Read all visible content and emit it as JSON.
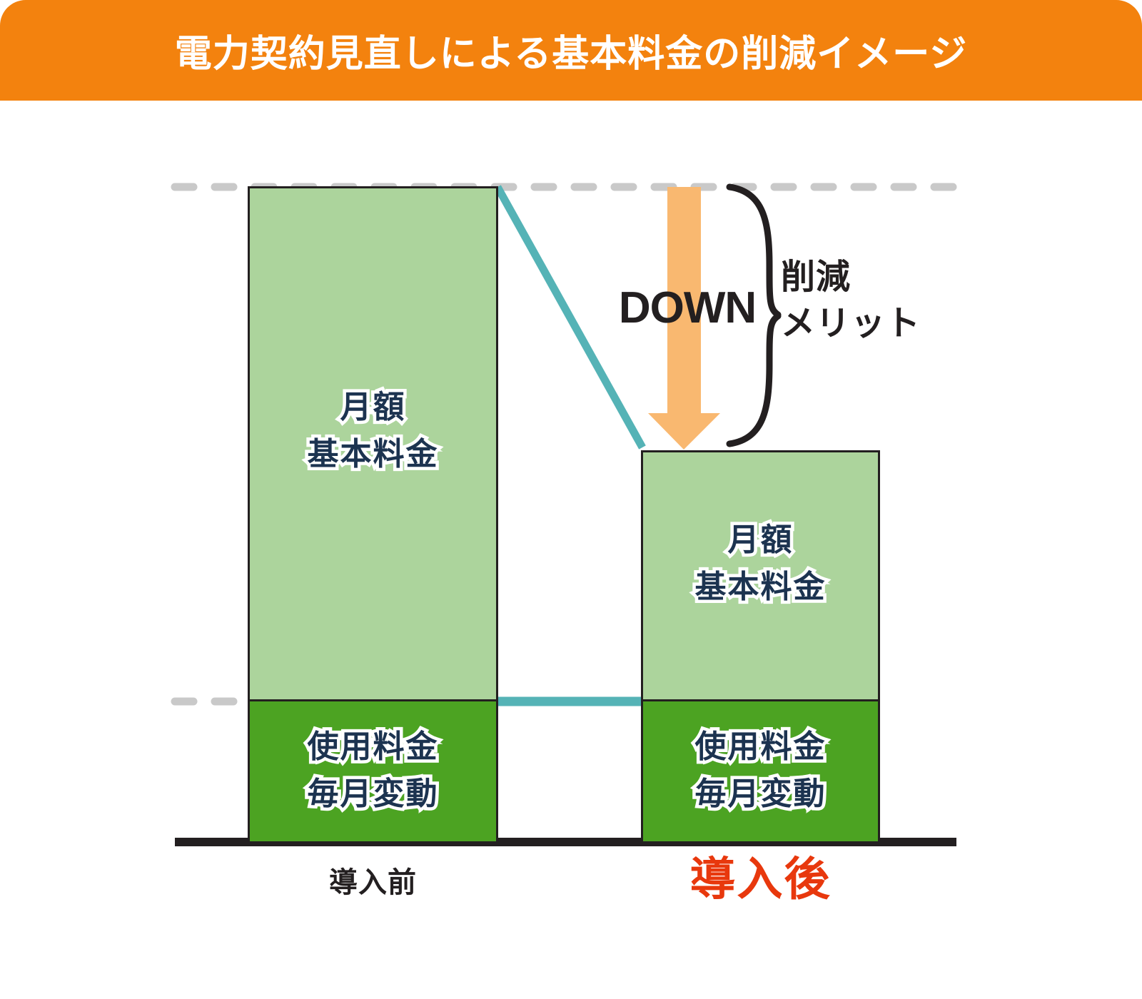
{
  "header": {
    "title": "電力契約見直しによる基本料金の削減イメージ",
    "background_color": "#F3820E",
    "text_color": "#FFFFFF"
  },
  "annotations": {
    "down_label": "DOWN",
    "merit_line1": "削減",
    "merit_line2": "メリット"
  },
  "bars": {
    "before": {
      "category_label": "導入前",
      "category_label_color": "#231F20",
      "base_label_line1": "月額",
      "base_label_line2": "基本料金",
      "usage_label_line1": "使用料金",
      "usage_label_line2": "毎月変動"
    },
    "after": {
      "category_label": "導入後",
      "category_label_color": "#E8380D",
      "base_label_line1": "月額",
      "base_label_line2": "基本料金",
      "usage_label_line1": "使用料金",
      "usage_label_line2": "毎月変動"
    }
  },
  "colors": {
    "base_fee_fill": "#ACD49C",
    "usage_fee_fill": "#4CA322",
    "outline": "#231F20",
    "guide_dashed": "#C9C9C9",
    "connector_teal": "#55B3B6",
    "arrow_orange": "#F9B870",
    "label_navy": "#1C3350",
    "accent_red": "#E8380D",
    "header_orange": "#F3820E"
  },
  "chart_data": {
    "type": "bar",
    "title": "電力契約見直しによる基本料金の削減イメージ",
    "xlabel": "",
    "ylabel": "",
    "stacked": true,
    "grid": false,
    "legend": "none",
    "categories": [
      "導入前",
      "導入後"
    ],
    "series": [
      {
        "name": "使用料金 毎月変動",
        "values": [
          20,
          20
        ],
        "color": "#4CA322"
      },
      {
        "name": "月額 基本料金",
        "values": [
          71,
          35
        ],
        "color": "#ACD49C"
      }
    ],
    "totals": [
      91,
      55
    ],
    "ylim": [
      0,
      100
    ],
    "annotations": [
      {
        "text": "DOWN",
        "type": "arrow-down",
        "from": 91,
        "to": 55
      },
      {
        "text": "削減メリット",
        "type": "brace",
        "from": 91,
        "to": 55
      }
    ],
    "guides": [
      {
        "value": 91,
        "style": "dashed",
        "label": ""
      },
      {
        "value": 20,
        "style": "dashed",
        "label": ""
      }
    ]
  }
}
